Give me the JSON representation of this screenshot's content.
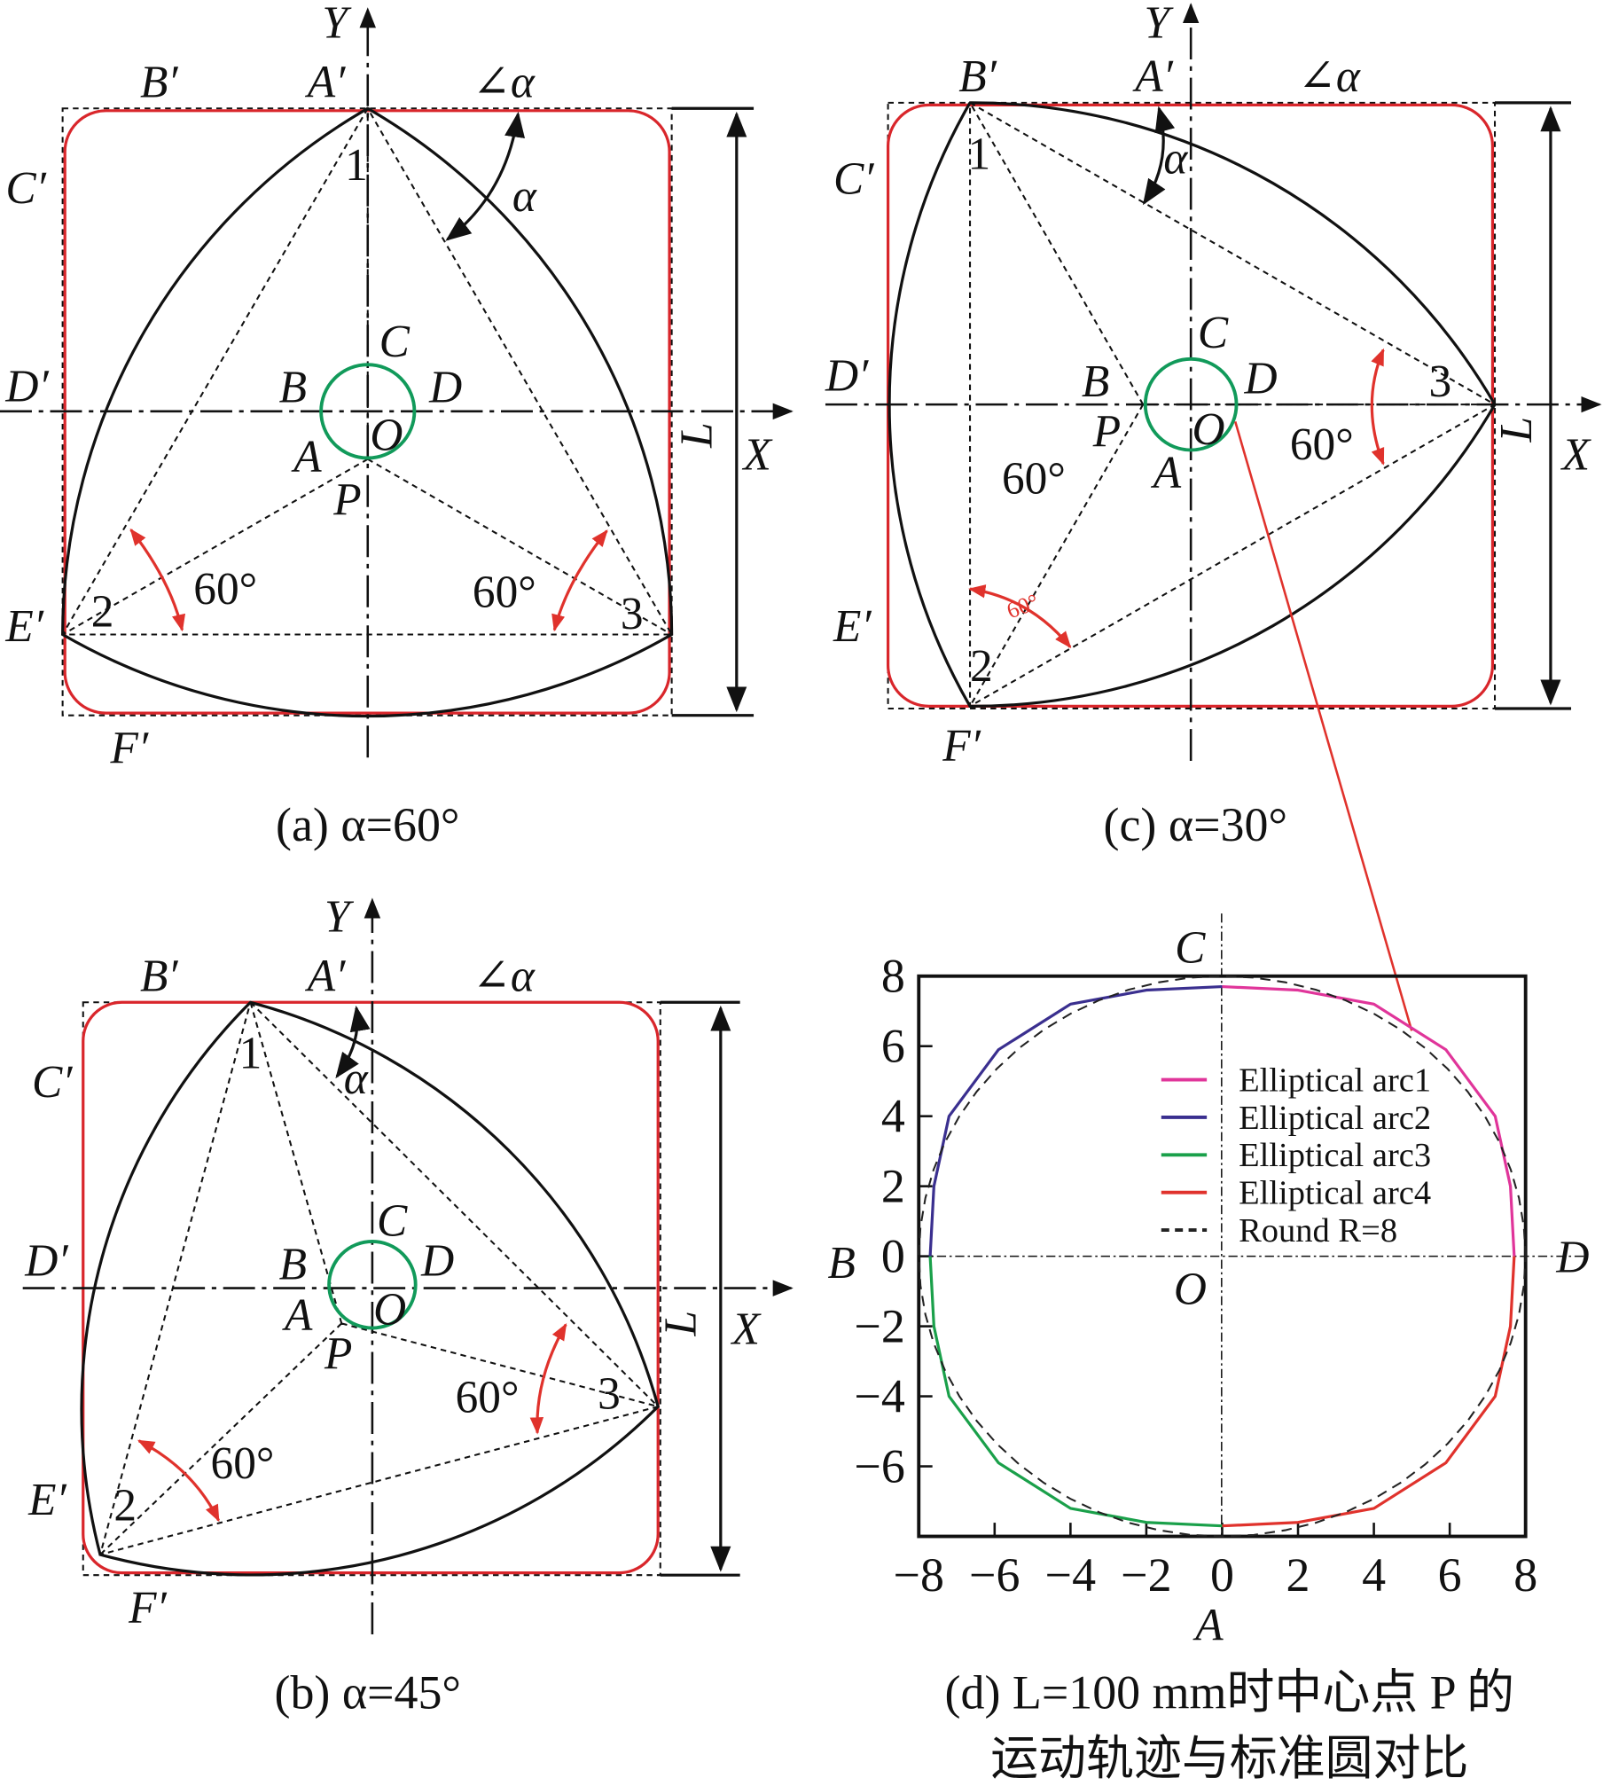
{
  "panel_a": {
    "labels": {
      "Y": "Y",
      "X": "X",
      "A_prime": "A′",
      "B_prime": "B′",
      "C_prime": "C′",
      "D_prime": "D′",
      "E_prime": "E′",
      "F_prime": "F′",
      "angle_symbol": "∠α",
      "alpha": "α",
      "v1": "1",
      "v2": "2",
      "v3": "3",
      "A": "A",
      "B": "B",
      "C": "C",
      "D": "D",
      "O": "O",
      "P": "P",
      "L": "L",
      "angle_left": "60°",
      "angle_right": "60°"
    },
    "caption": "(a) α=60°"
  },
  "panel_b": {
    "labels": {
      "Y": "Y",
      "X": "X",
      "A_prime": "A′",
      "B_prime": "B′",
      "C_prime": "C′",
      "D_prime": "D′",
      "E_prime": "E′",
      "F_prime": "F′",
      "angle_symbol": "∠α",
      "alpha": "α",
      "v1": "1",
      "v2": "2",
      "v3": "3",
      "A": "A",
      "B": "B",
      "C": "C",
      "D": "D",
      "O": "O",
      "P": "P",
      "L": "L",
      "angle_left": "60°",
      "angle_right": "60°"
    },
    "caption": "(b) α=45°"
  },
  "panel_c": {
    "labels": {
      "Y": "Y",
      "X": "X",
      "A_prime": "A′",
      "B_prime": "B′",
      "C_prime": "C′",
      "D_prime": "D′",
      "E_prime": "E′",
      "F_prime": "F′",
      "angle_symbol": "∠α",
      "alpha": "α",
      "v1": "1",
      "v2": "2",
      "v3": "3",
      "A": "A",
      "B": "B",
      "C": "C",
      "D": "D",
      "O": "O",
      "P": "P",
      "L": "L",
      "angle_left": "60°",
      "angle_right": "60°",
      "angle_small": "60°"
    },
    "caption": "(c) α=30°"
  },
  "panel_d": {
    "point_labels": {
      "C": "C",
      "B": "B",
      "D": "D",
      "A": "A",
      "O": "O"
    },
    "caption_line1": "(d) L=100 mm时中心点 P 的",
    "caption_line2": "运动轨迹与标准圆对比"
  },
  "colors": {
    "frame_red": "#d9262b",
    "trajectory_green": "#119a5a",
    "arc1": "#e0359a",
    "arc2": "#3a2f8f",
    "arc3": "#1aa04a",
    "arc4": "#e0322c",
    "connector": "#e0322c"
  },
  "chart_data": {
    "type": "line",
    "title": "",
    "xlabel": "",
    "ylabel": "",
    "xlim": [
      -8,
      8
    ],
    "ylim": [
      -8,
      8
    ],
    "xticks": [
      -8,
      -6,
      -4,
      -2,
      0,
      2,
      4,
      6,
      8
    ],
    "yticks": [
      -6,
      -4,
      -2,
      0,
      2,
      4,
      6,
      8
    ],
    "legend_position": "top-right",
    "series": [
      {
        "name": "Elliptical arc1",
        "style": "solid",
        "x": [
          0,
          2,
          4,
          5.9,
          7.2,
          7.6,
          7.7
        ],
        "y": [
          7.7,
          7.6,
          7.2,
          5.9,
          4,
          2,
          0
        ]
      },
      {
        "name": "Elliptical arc2",
        "style": "solid",
        "x": [
          0,
          -2,
          -4,
          -5.9,
          -7.2,
          -7.6,
          -7.7
        ],
        "y": [
          7.7,
          7.6,
          7.2,
          5.9,
          4,
          2,
          0
        ]
      },
      {
        "name": "Elliptical arc3",
        "style": "solid",
        "x": [
          -7.7,
          -7.6,
          -7.2,
          -5.9,
          -4,
          -2,
          0
        ],
        "y": [
          0,
          -2,
          -4,
          -5.9,
          -7.2,
          -7.6,
          -7.7
        ]
      },
      {
        "name": "Elliptical arc4",
        "style": "solid",
        "x": [
          0,
          2,
          4,
          5.9,
          7.2,
          7.6,
          7.7
        ],
        "y": [
          -7.7,
          -7.6,
          -7.2,
          -5.9,
          -4,
          -2,
          0
        ]
      },
      {
        "name": "Round R=8",
        "style": "dashed",
        "radius": 8
      }
    ]
  }
}
